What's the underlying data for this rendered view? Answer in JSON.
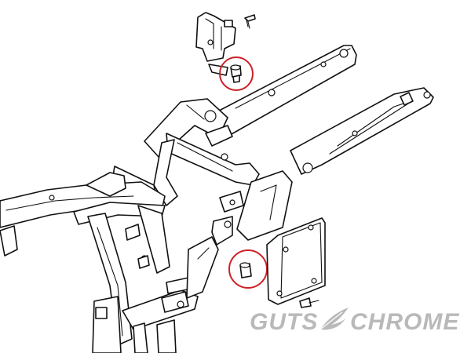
{
  "logo": {
    "left_word": "GUTS",
    "right_word": "CHROME",
    "mark": "feather-icon",
    "color": "#b9b9b9"
  },
  "callouts": {
    "color": "#cc2027",
    "items": [
      {
        "part": "upper-bushing"
      },
      {
        "part": "lower-bushing"
      }
    ]
  },
  "colors": {
    "line": "#111111",
    "background": "#ffffff"
  }
}
